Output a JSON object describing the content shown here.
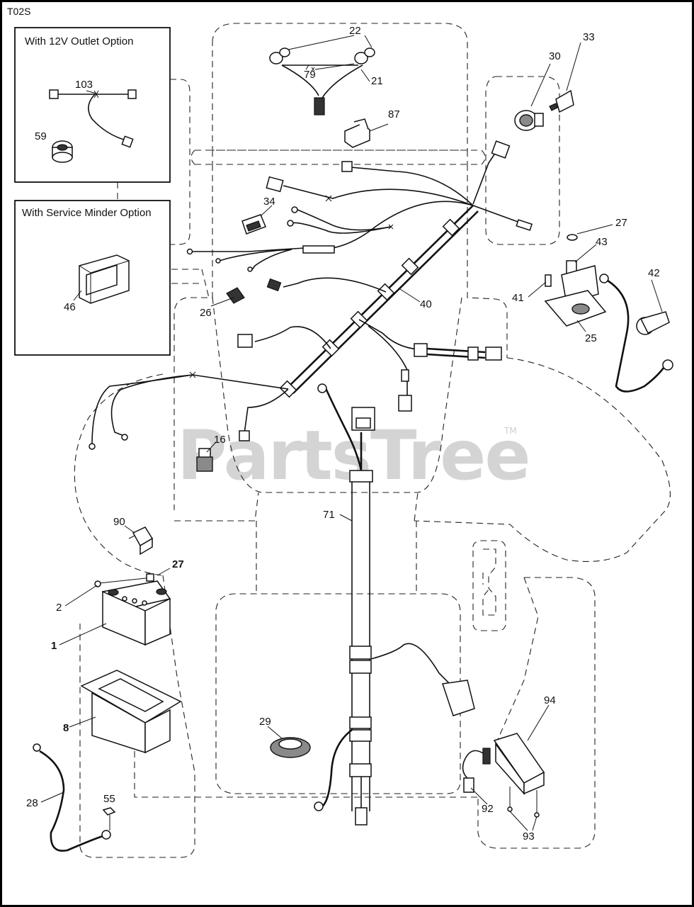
{
  "diagram": {
    "code": "T02S",
    "watermark": "PartsTree",
    "watermark_tm": "TM",
    "option_boxes": [
      {
        "title": "With 12V Outlet Option"
      },
      {
        "title": "With Service Minder Option"
      }
    ],
    "callouts": [
      {
        "id": "c22",
        "text": "22"
      },
      {
        "id": "c79",
        "text": "79"
      },
      {
        "id": "c21",
        "text": "21"
      },
      {
        "id": "c87",
        "text": "87"
      },
      {
        "id": "c30",
        "text": "30"
      },
      {
        "id": "c33",
        "text": "33"
      },
      {
        "id": "c103",
        "text": "103"
      },
      {
        "id": "c59",
        "text": "59"
      },
      {
        "id": "c34",
        "text": "34"
      },
      {
        "id": "c27a",
        "text": "27"
      },
      {
        "id": "c43",
        "text": "43"
      },
      {
        "id": "c42",
        "text": "42"
      },
      {
        "id": "c41",
        "text": "41"
      },
      {
        "id": "c25",
        "text": "25"
      },
      {
        "id": "c46",
        "text": "46"
      },
      {
        "id": "c26",
        "text": "26"
      },
      {
        "id": "c40",
        "text": "40"
      },
      {
        "id": "c16",
        "text": "16"
      },
      {
        "id": "c71",
        "text": "71"
      },
      {
        "id": "c90",
        "text": "90"
      },
      {
        "id": "c27b",
        "text": "27"
      },
      {
        "id": "c2",
        "text": "2"
      },
      {
        "id": "c1",
        "text": "1"
      },
      {
        "id": "c8",
        "text": "8"
      },
      {
        "id": "c29",
        "text": "29"
      },
      {
        "id": "c94",
        "text": "94"
      },
      {
        "id": "c28",
        "text": "28"
      },
      {
        "id": "c55",
        "text": "55"
      },
      {
        "id": "c92",
        "text": "92"
      },
      {
        "id": "c93",
        "text": "93"
      }
    ]
  }
}
